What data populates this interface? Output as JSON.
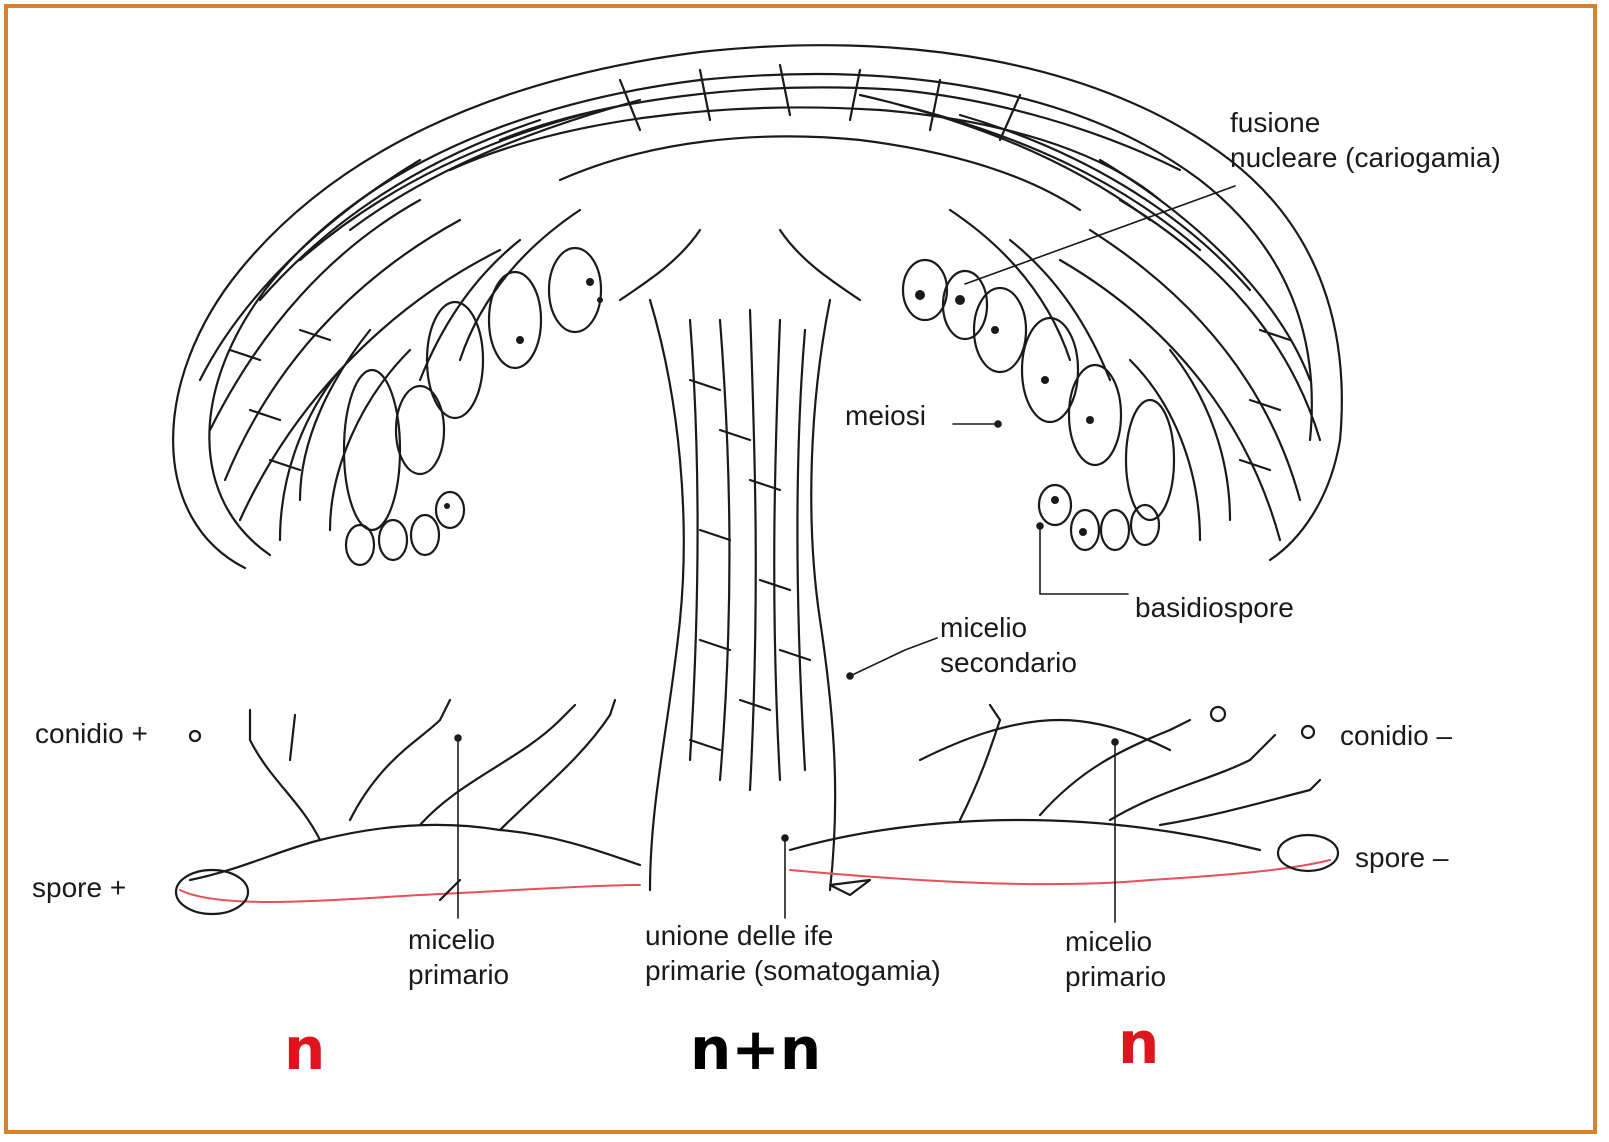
{
  "labels": {
    "fusione_line1": "fusione",
    "fusione_line2": "nucleare (cariogamia)",
    "meiosi": "meiosi",
    "basidiospore": "basidiospore",
    "micelio_secondario_line1": "micelio",
    "micelio_secondario_line2": "secondario",
    "conidio_plus": "conidio + ",
    "conidio_minus": "conidio –",
    "spore_plus": "spore +",
    "spore_minus": "spore –",
    "micelio_primario_left_line1": "micelio",
    "micelio_primario_left_line2": "primario",
    "unione_line1": "unione delle ife",
    "unione_line2": "primarie (somatogamia)",
    "micelio_primario_right_line1": "micelio",
    "micelio_primario_right_line2": "primario"
  },
  "ploidy": {
    "left": "n",
    "center": "n+n",
    "right": "n"
  },
  "colors": {
    "frame": "#d9822b",
    "haploid_red": "#e0141e",
    "ink": "#1a1a1a",
    "highlight_outline": "#e8505a"
  }
}
